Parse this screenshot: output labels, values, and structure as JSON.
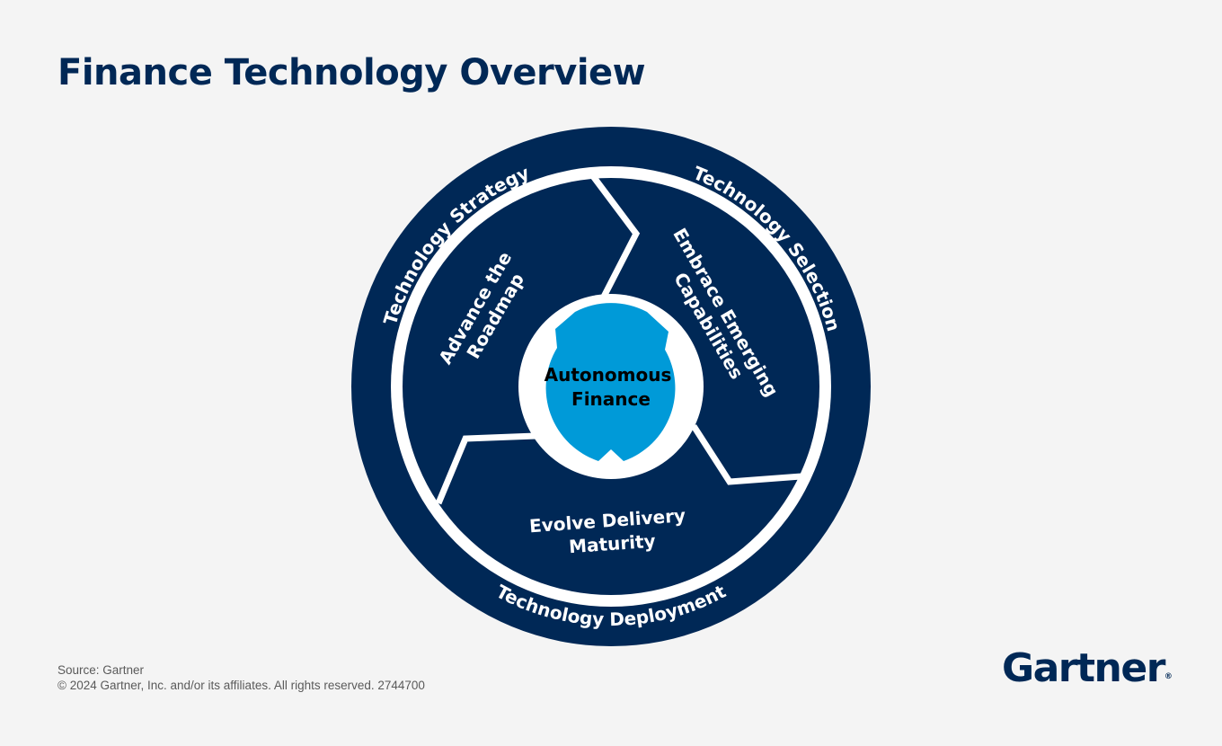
{
  "title": "Finance Technology Overview",
  "diagram": {
    "outer_ring": {
      "left": "Technology Strategy",
      "right": "Technology Selection",
      "bottom": "Technology Deployment"
    },
    "segments": {
      "left": [
        "Advance the",
        "Roadmap"
      ],
      "right": [
        "Embrace Emerging",
        "Capabilities"
      ],
      "bottom": [
        "Evolve Delivery",
        "Maturity"
      ]
    },
    "center": [
      "Autonomous",
      "Finance"
    ],
    "colors": {
      "navy": "#002856",
      "center": "#009ad8",
      "background": "#f4f4f4"
    }
  },
  "footer": {
    "source": "Source: Gartner",
    "copyright": "© 2024 Gartner, Inc. and/or its affiliates. All rights reserved. 2744700"
  },
  "logo": {
    "text": "Gartner",
    "mark": "®"
  }
}
